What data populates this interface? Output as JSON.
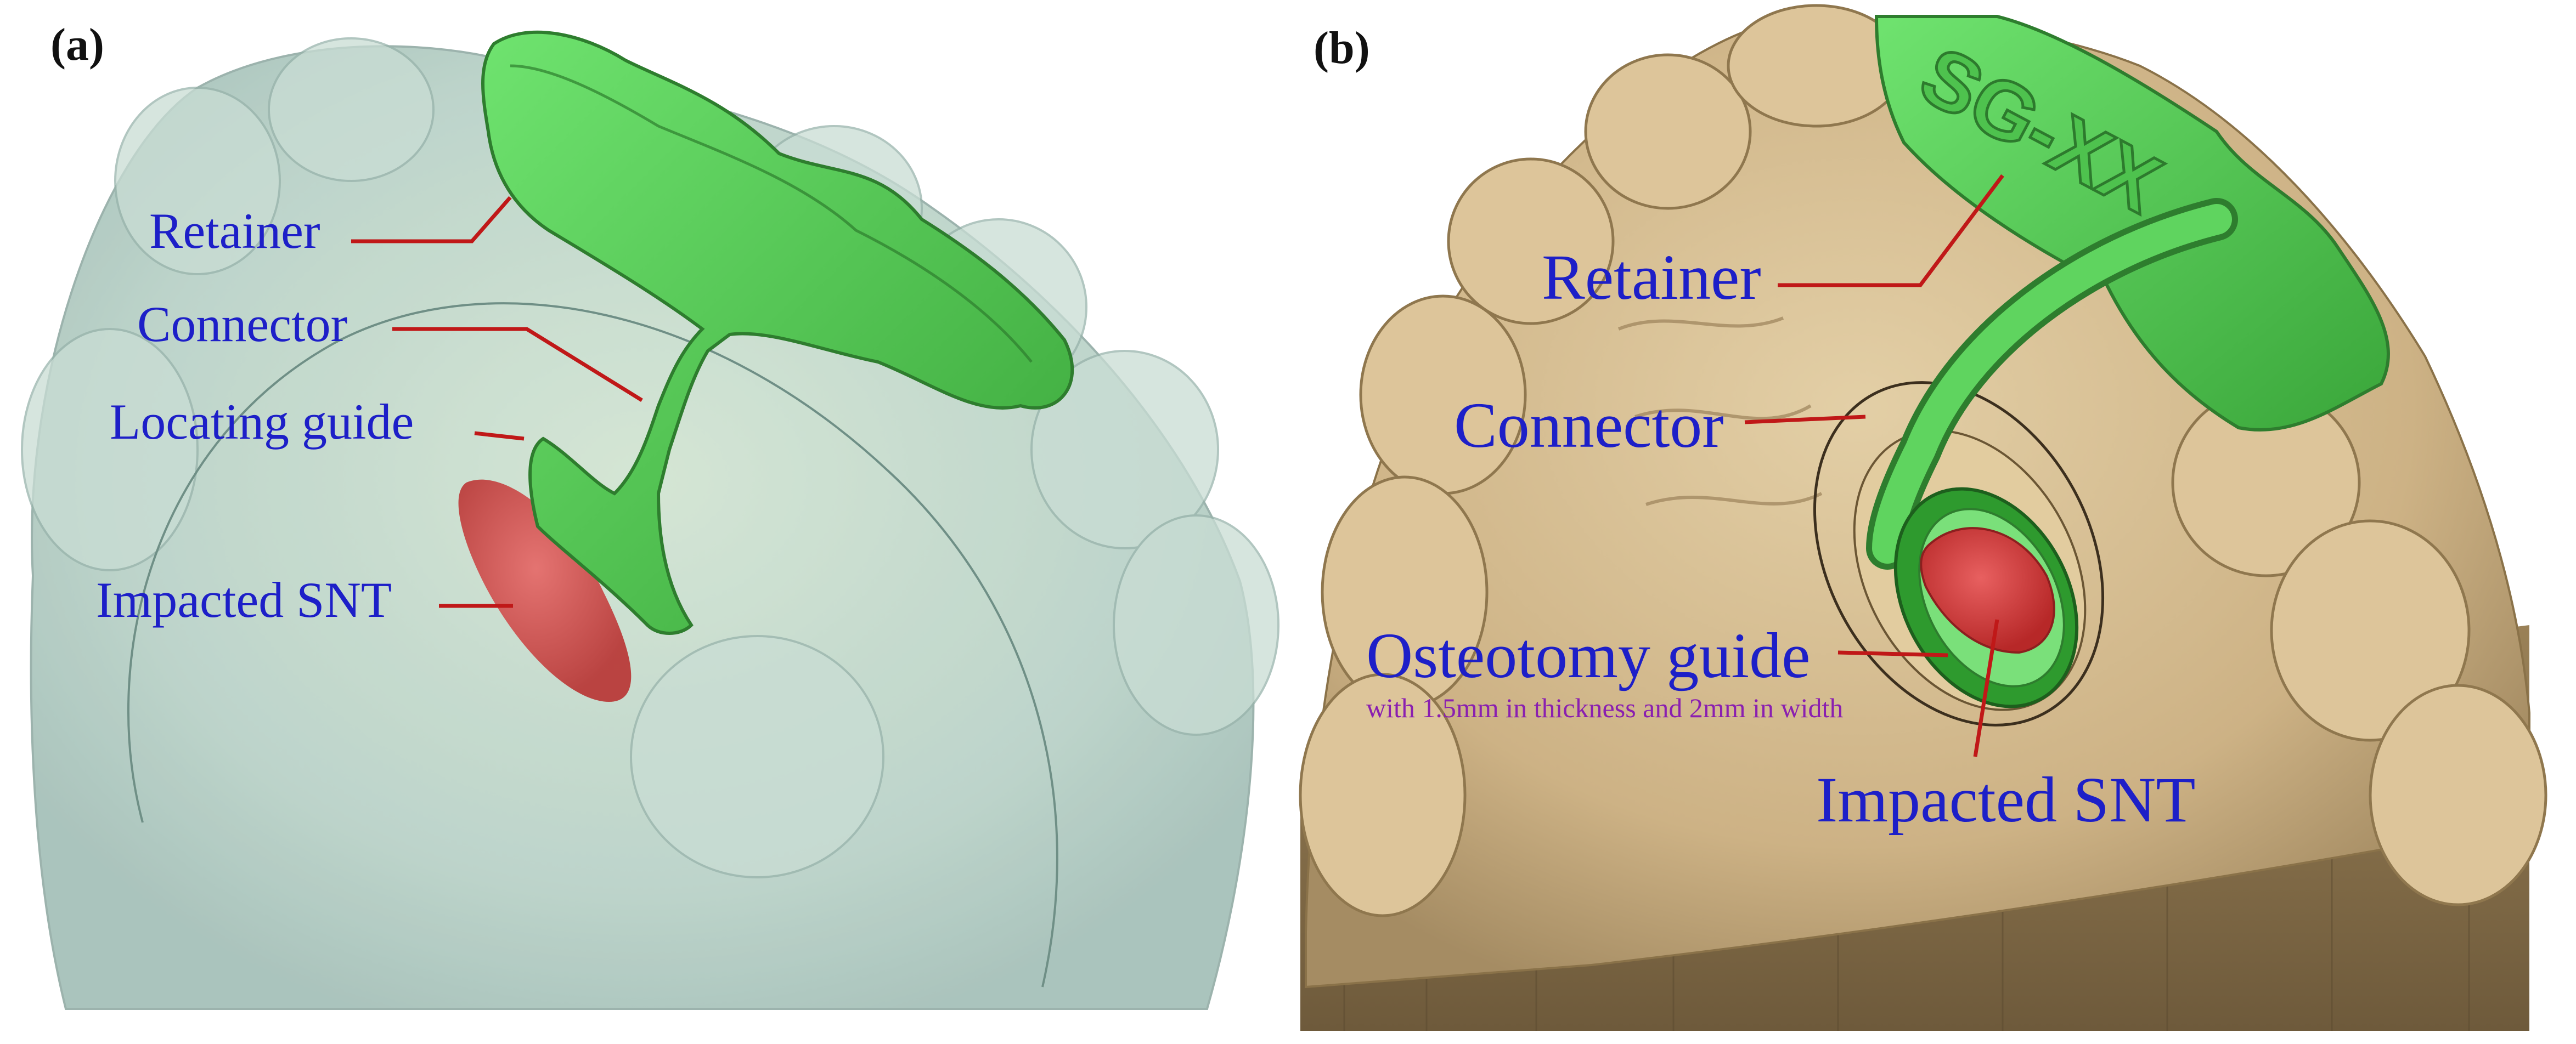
{
  "panel_a": {
    "tag": "(a)",
    "labels": {
      "retainer": "Retainer",
      "connector": "Connector",
      "locating_guide": "Locating guide",
      "impacted_snt": "Impacted SNT"
    }
  },
  "panel_b": {
    "tag": "(b)",
    "emboss_text": "SG-XX",
    "labels": {
      "retainer": "Retainer",
      "connector": "Connector",
      "osteotomy_guide": "Osteotomy guide",
      "osteotomy_sub": "with 1.5mm in thickness and 2mm in width",
      "impacted_snt": "Impacted SNT"
    }
  },
  "colors": {
    "label_text": "#1d1fc8",
    "sub_text": "#8a1fb0",
    "leader_line": "#c01818",
    "guide_green": "#4ec24e",
    "tooth_red": "#d63a3a",
    "cast_beige": "#d2b88c",
    "transparent_cast": "#a9c8b8"
  }
}
